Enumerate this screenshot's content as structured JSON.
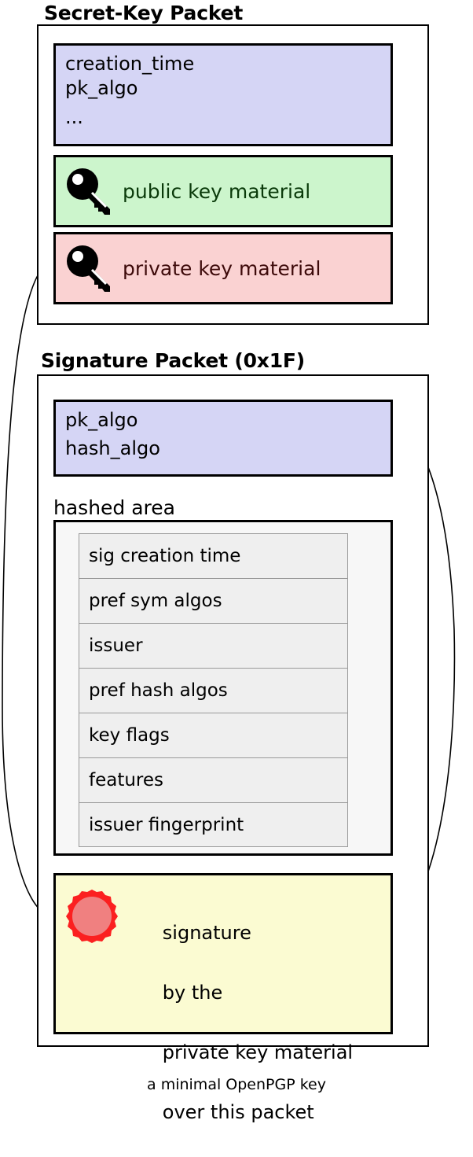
{
  "caption": "a minimal OpenPGP key",
  "colors": {
    "meta_fill": "#d5d5f5",
    "public_fill": "#ccf5cc",
    "private_fill": "#fad2d2",
    "hashed_fill": "#f7f7f7",
    "subpacket_fill": "#efefef",
    "signature_fill": "#fbfbd2",
    "seal_outer": "#fb2020",
    "seal_inner": "#f08080",
    "public_text": "#0a3a0a",
    "private_text": "#3d0a0a",
    "border": "#000000"
  },
  "secret_key_packet": {
    "title": "Secret-Key Packet",
    "metadata": {
      "line1": "creation_time",
      "line2": "pk_algo",
      "line3": "..."
    },
    "public_key": {
      "icon": "key-icon",
      "label": "public key material"
    },
    "private_key": {
      "icon": "key-icon",
      "label": "private key material"
    }
  },
  "signature_packet": {
    "title": "Signature Packet (0x1F)",
    "algos": {
      "line1": "pk_algo",
      "line2": "hash_algo"
    },
    "hashed_area": {
      "label": "hashed area",
      "subpackets": [
        "sig creation time",
        "pref sym algos",
        "issuer",
        "pref hash algos",
        "key flags",
        "features",
        "issuer fingerprint"
      ]
    },
    "signature": {
      "icon": "wax-seal-icon",
      "line1": "signature",
      "line2": "by the",
      "line3": "private key material",
      "line4": "over this packet"
    }
  },
  "arrows": [
    {
      "name": "private-key-to-signature",
      "from": "private key material",
      "to": "signature"
    },
    {
      "name": "signature-to-algos",
      "from": "signature",
      "to": "pk_algo / hash_algo"
    },
    {
      "name": "signature-to-hashed-area",
      "from": "signature",
      "to": "hashed area"
    }
  ]
}
